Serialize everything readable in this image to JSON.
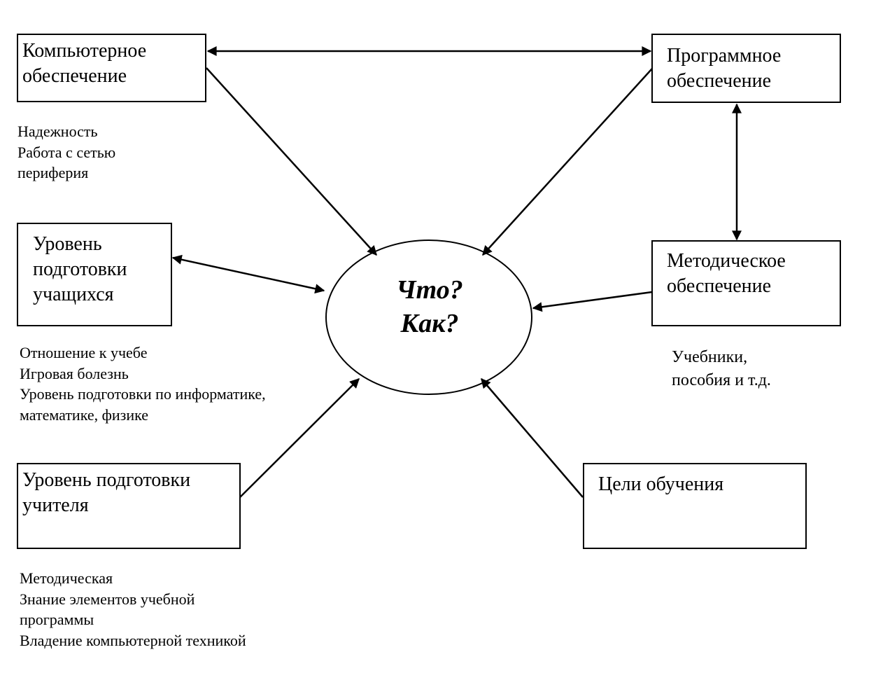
{
  "nodes": {
    "computer": {
      "title": "Компьютерное\nобеспечение"
    },
    "software": {
      "title": "Программное\nобеспечение"
    },
    "students": {
      "title": "Уровень\nподготовки\nучащихся"
    },
    "methodical": {
      "title": "Методическое\nобеспечение"
    },
    "teacher": {
      "title": "Уровень подготовки\nучителя"
    },
    "goals": {
      "title": "Цели обучения"
    }
  },
  "center": {
    "text": "Что?\nКак?"
  },
  "notes": {
    "computer": "Надежность\nРабота с сетью\nпериферия",
    "students": "Отношение к учебе\nИгровая болезнь\nУровень подготовки по информатике,\nматематике, физике",
    "methodical": "Учебники,\nпособия и т.д.",
    "teacher": "Методическая\nЗнание элементов учебной\nпрограммы\nВладение компьютерной техникой"
  },
  "colors": {
    "stroke": "#000000",
    "background": "#ffffff"
  }
}
